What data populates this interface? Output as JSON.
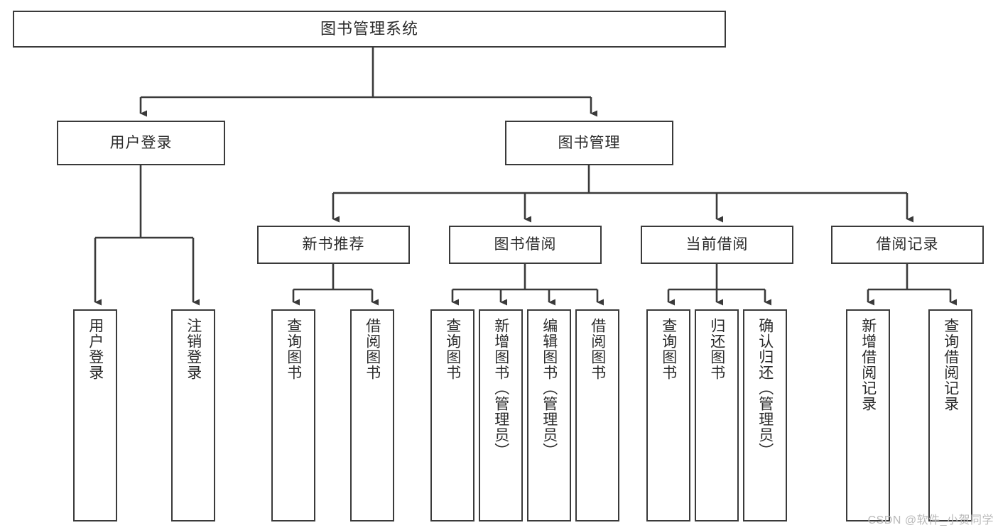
{
  "diagram": {
    "title": "图书管理系统",
    "type": "tree",
    "root": {
      "id": "root",
      "label": "图书管理系统"
    },
    "level1": [
      {
        "id": "user-login",
        "label": "用户登录"
      },
      {
        "id": "book-manage",
        "label": "图书管理"
      }
    ],
    "level2": [
      {
        "id": "new-book-recommend",
        "label": "新书推荐",
        "parent": "book-manage"
      },
      {
        "id": "book-borrow",
        "label": "图书借阅",
        "parent": "book-manage"
      },
      {
        "id": "current-borrow",
        "label": "当前借阅",
        "parent": "book-manage"
      },
      {
        "id": "borrow-record",
        "label": "借阅记录",
        "parent": "book-manage"
      }
    ],
    "leaves": [
      {
        "id": "leaf-user-login",
        "label": "用户登录",
        "parent": "user-login"
      },
      {
        "id": "leaf-user-logout",
        "label": "注销登录",
        "parent": "user-login"
      },
      {
        "id": "leaf-query-book-1",
        "label": "查询图书",
        "parent": "new-book-recommend"
      },
      {
        "id": "leaf-borrow-book-1",
        "label": "借阅图书",
        "parent": "new-book-recommend"
      },
      {
        "id": "leaf-query-book-2",
        "label": "查询图书",
        "parent": "book-borrow"
      },
      {
        "id": "leaf-add-book",
        "label": "新增图书（管理员）",
        "parent": "book-borrow"
      },
      {
        "id": "leaf-edit-book",
        "label": "编辑图书（管理员）",
        "parent": "book-borrow"
      },
      {
        "id": "leaf-borrow-book-2",
        "label": "借阅图书",
        "parent": "book-borrow"
      },
      {
        "id": "leaf-query-book-3",
        "label": "查询图书",
        "parent": "current-borrow"
      },
      {
        "id": "leaf-return-book",
        "label": "归还图书",
        "parent": "current-borrow"
      },
      {
        "id": "leaf-confirm-return",
        "label": "确认归还（管理员）",
        "parent": "current-borrow"
      },
      {
        "id": "leaf-add-record",
        "label": "新增借阅记录",
        "parent": "borrow-record"
      },
      {
        "id": "leaf-query-record",
        "label": "查询借阅记录",
        "parent": "borrow-record"
      }
    ],
    "watermark": "CSDN @软件_小贺同学",
    "colors": {
      "border": "#3a3a3a",
      "text": "#2b2b2b",
      "background": "#ffffff",
      "watermark": "#b9b9b9"
    }
  }
}
